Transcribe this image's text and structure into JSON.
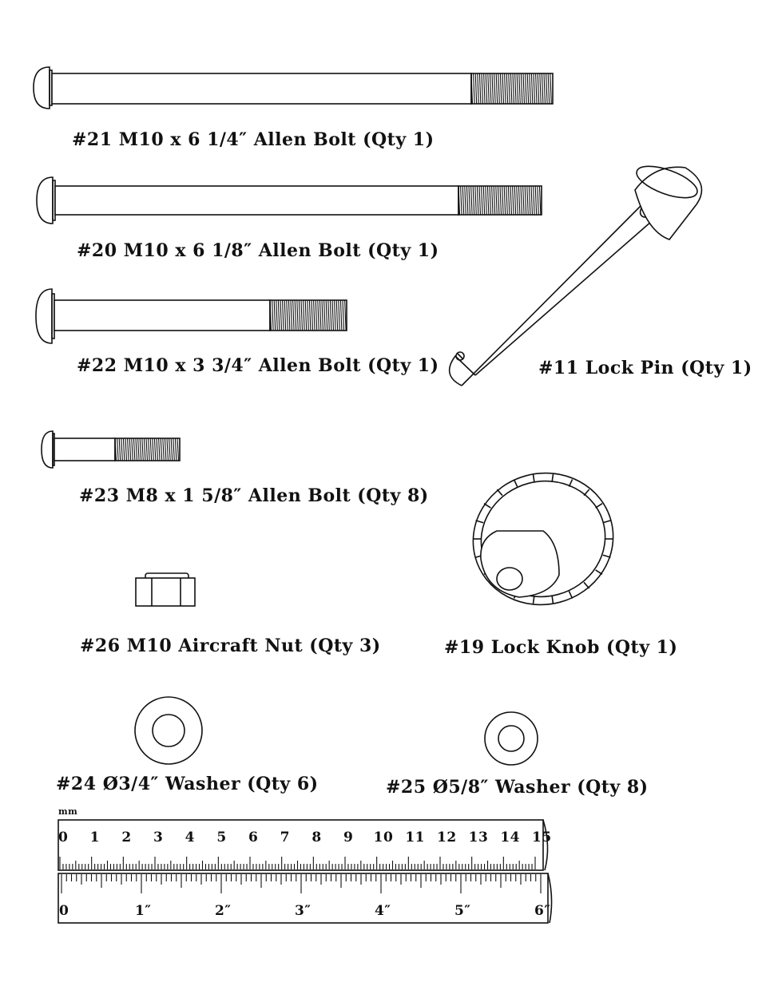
{
  "parts": {
    "p21": "#21 M10 x 6 1/4″ Allen Bolt (Qty 1)",
    "p20": "#20 M10 x 6 1/8″ Allen Bolt (Qty 1)",
    "p22": "#22 M10 x 3 3/4″ Allen Bolt (Qty 1)",
    "p11": "#11 Lock Pin (Qty 1)",
    "p23": "#23 M8 x 1 5/8″ Allen Bolt (Qty 8)",
    "p26": "#26 M10 Aircraft Nut (Qty 3)",
    "p19": "#19 Lock Knob (Qty 1)",
    "p24": "#24 Ø3/4″ Washer (Qty 6)",
    "p25": "#25 Ø5/8″ Washer (Qty 8)"
  },
  "ruler": {
    "unit_label": "mm",
    "cm_labels": [
      "0",
      "1",
      "2",
      "3",
      "4",
      "5",
      "6",
      "7",
      "8",
      "9",
      "10",
      "11",
      "12",
      "13",
      "14",
      "15"
    ],
    "inch_labels": [
      "0",
      "1″",
      "2″",
      "3″",
      "4″",
      "5″",
      "6″"
    ]
  }
}
